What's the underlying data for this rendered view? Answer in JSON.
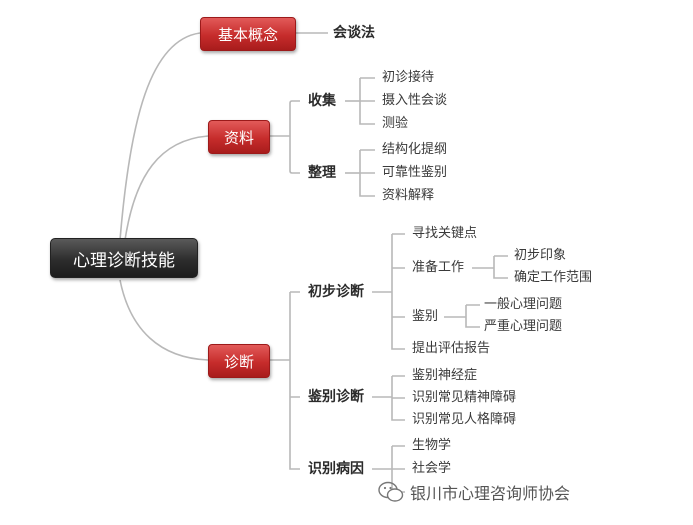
{
  "root": "心理诊断技能",
  "branches": {
    "basic": {
      "label": "基本概念",
      "child": "会谈法"
    },
    "data": {
      "label": "资料",
      "collect": {
        "label": "收集",
        "items": [
          "初诊接待",
          "摄入性会谈",
          "测验"
        ]
      },
      "organize": {
        "label": "整理",
        "items": [
          "结构化提纲",
          "可靠性鉴别",
          "资料解释"
        ]
      }
    },
    "diagnosis": {
      "label": "诊断",
      "initial": {
        "label": "初步诊断",
        "find_key": "寻找关键点",
        "prep": {
          "label": "准备工作",
          "items": [
            "初步印象",
            "确定工作范围"
          ]
        },
        "differentiate": {
          "label": "鉴别",
          "items": [
            "一般心理问题",
            "严重心理问题"
          ]
        },
        "report": "提出评估报告"
      },
      "differential": {
        "label": "鉴别诊断",
        "items": [
          "鉴别神经症",
          "识别常见精神障碍",
          "识别常见人格障碍"
        ]
      },
      "causes": {
        "label": "识别病因",
        "items": [
          "生物学",
          "社会学"
        ]
      }
    }
  },
  "watermark": "银川市心理咨询师协会",
  "colors": {
    "line": "#b5b5b5",
    "red": "#c62c2b",
    "root": "#2d2d2d"
  }
}
